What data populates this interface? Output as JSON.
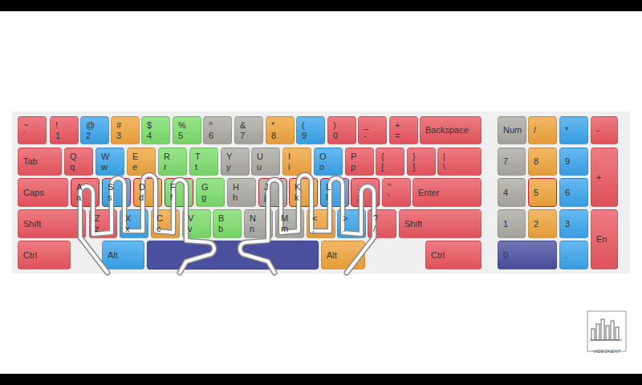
{
  "diagram": {
    "nodes": [
      {
        "text": [
          "~",
          "`"
        ]
      },
      {
        "text": [
          "!",
          "1"
        ]
      },
      {
        "text": [
          "@",
          "2"
        ]
      },
      {
        "text": [
          "#",
          "3"
        ]
      },
      {
        "text": [
          "$",
          "4"
        ]
      },
      {
        "text": [
          "%",
          "5"
        ]
      },
      {
        "text": [
          "^",
          "6"
        ]
      },
      {
        "text": [
          "&",
          "7"
        ]
      },
      {
        "text": [
          "*",
          "8"
        ]
      },
      {
        "text": [
          "(",
          "9"
        ]
      },
      {
        "text": [
          ")",
          "0"
        ]
      },
      {
        "text": [
          "_",
          "-"
        ]
      },
      {
        "text": [
          "+",
          "="
        ]
      },
      {
        "text": [
          "Backspace"
        ]
      },
      {
        "text": [
          "Num"
        ]
      },
      {
        "text": [
          "/"
        ]
      },
      {
        "text": [
          "*"
        ]
      },
      {
        "text": [
          "-"
        ]
      },
      {
        "text": [
          "Tab"
        ]
      },
      {
        "text": [
          "Q",
          "q"
        ]
      },
      {
        "text": [
          "W",
          "w"
        ]
      },
      {
        "text": [
          "E",
          "e"
        ]
      },
      {
        "text": [
          "R",
          "r"
        ]
      },
      {
        "text": [
          "T",
          "t"
        ]
      },
      {
        "text": [
          "Y",
          "y"
        ]
      },
      {
        "text": [
          "U",
          "u"
        ]
      },
      {
        "text": [
          "I",
          "i"
        ]
      },
      {
        "text": [
          "O",
          "o"
        ]
      },
      {
        "text": [
          "P",
          "p"
        ]
      },
      {
        "text": [
          "{",
          "["
        ]
      },
      {
        "text": [
          "}",
          "]"
        ]
      },
      {
        "text": [
          "|",
          "\\"
        ]
      },
      {
        "text": [
          "7"
        ]
      },
      {
        "text": [
          "8"
        ]
      },
      {
        "text": [
          "9"
        ]
      },
      {
        "text": [
          "+"
        ]
      },
      {
        "text": [
          "Caps"
        ]
      },
      {
        "text": [
          "A",
          "a"
        ]
      },
      {
        "text": [
          "S",
          "s"
        ]
      },
      {
        "text": [
          "D",
          "d"
        ]
      },
      {
        "text": [
          "F",
          "f"
        ]
      },
      {
        "text": [
          "G",
          "g"
        ]
      },
      {
        "text": [
          "H",
          "h"
        ]
      },
      {
        "text": [
          "J",
          "j"
        ]
      },
      {
        "text": [
          "K",
          "k"
        ]
      },
      {
        "text": [
          "L",
          "l"
        ]
      },
      {
        "text": [
          ":",
          ";"
        ]
      },
      {
        "text": [
          "\"",
          "'"
        ]
      },
      {
        "text": [
          "Enter"
        ]
      },
      {
        "text": [
          "4"
        ]
      },
      {
        "text": [
          "5"
        ]
      },
      {
        "text": [
          "6"
        ]
      },
      {
        "text": [
          "Shift"
        ]
      },
      {
        "text": [
          "Z",
          "z"
        ]
      },
      {
        "text": [
          "X",
          "x"
        ]
      },
      {
        "text": [
          "C",
          "c"
        ]
      },
      {
        "text": [
          "V",
          "v"
        ]
      },
      {
        "text": [
          "B",
          "b"
        ]
      },
      {
        "text": [
          "N",
          "n"
        ]
      },
      {
        "text": [
          "M",
          "m"
        ]
      },
      {
        "text": [
          "<",
          ","
        ]
      },
      {
        "text": [
          ">",
          "."
        ]
      },
      {
        "text": [
          "?",
          "/"
        ]
      },
      {
        "text": [
          "Shift"
        ]
      },
      {
        "text": [
          "1"
        ]
      },
      {
        "text": [
          "2"
        ]
      },
      {
        "text": [
          "3"
        ]
      },
      {
        "text": [
          "En"
        ]
      },
      {
        "text": [
          "Ctrl"
        ]
      },
      {
        "text": [
          "Alt"
        ]
      },
      {
        "text": [
          "Alt"
        ]
      },
      {
        "text": [
          "Ctrl"
        ]
      },
      {
        "text": [
          "0"
        ]
      },
      {
        "text": [
          "."
        ]
      }
    ],
    "labels": [
      "VIDEOKENT"
    ]
  }
}
